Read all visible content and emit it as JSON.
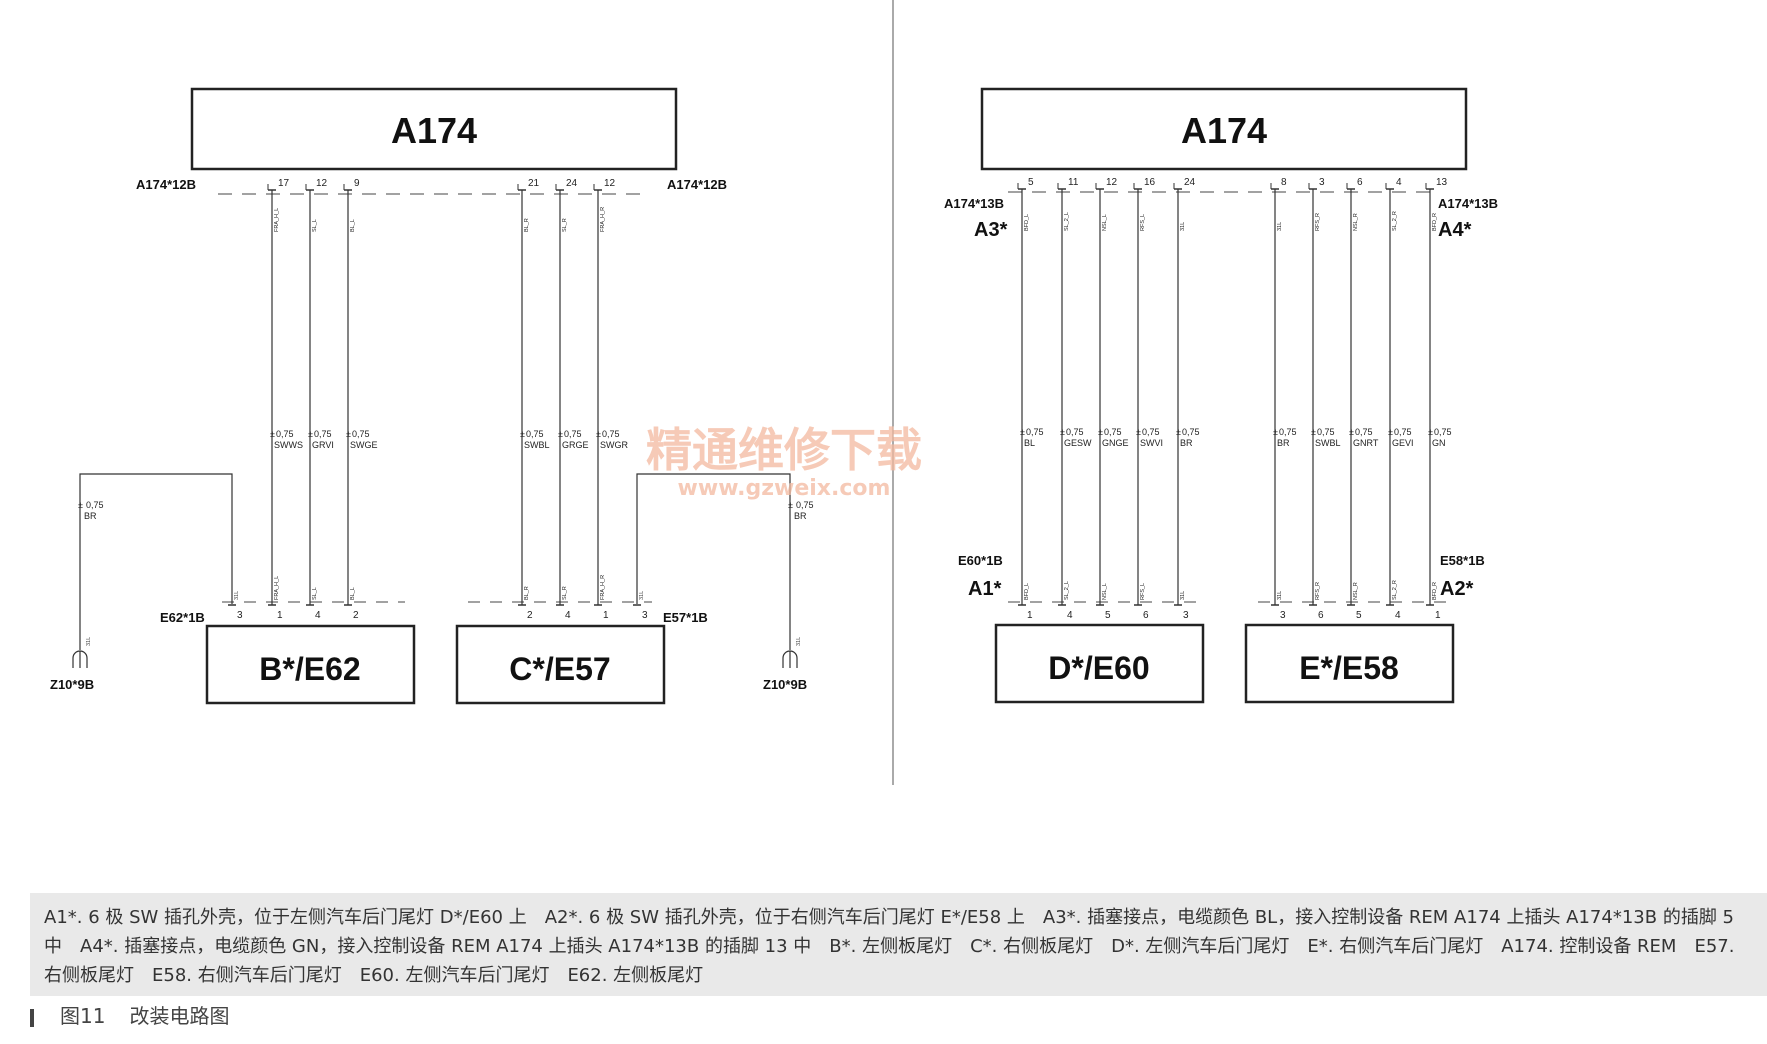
{
  "modules": [
    {
      "id": "a174_left",
      "label": "A174"
    },
    {
      "id": "a174_right",
      "label": "A174"
    },
    {
      "id": "e62",
      "label": "B*/E62"
    },
    {
      "id": "e57",
      "label": "C*/E57"
    },
    {
      "id": "e60",
      "label": "D*/E60"
    },
    {
      "id": "e58",
      "label": "E*/E58"
    }
  ],
  "connector_labels": [
    {
      "id": "a174_12b_l",
      "text": "A174*12B"
    },
    {
      "id": "a174_12b_r",
      "text": "A174*12B"
    },
    {
      "id": "a174_13b_l",
      "text": "A174*13B"
    },
    {
      "id": "a174_13b_r",
      "text": "A174*13B"
    },
    {
      "id": "a3",
      "text": "A3*"
    },
    {
      "id": "a4",
      "text": "A4*"
    },
    {
      "id": "e62_1b",
      "text": "E62*1B"
    },
    {
      "id": "e57_1b",
      "text": "E57*1B"
    },
    {
      "id": "e60_1b",
      "text": "E60*1B"
    },
    {
      "id": "e58_1b",
      "text": "E58*1B"
    },
    {
      "id": "a1",
      "text": "A1*"
    },
    {
      "id": "a2",
      "text": "A2*"
    },
    {
      "id": "z10_l",
      "text": "Z10*9B"
    },
    {
      "id": "z10_r",
      "text": "Z10*9B"
    }
  ],
  "wires": [
    {
      "top_pin": "17",
      "signal": "FRA_H_L",
      "size": "0,75",
      "color": "SWWS",
      "bottom_pin": "1",
      "bottom_signal": "FRA_H_L"
    },
    {
      "top_pin": "12",
      "signal": "SL_L",
      "size": "0,75",
      "color": "GRVI",
      "bottom_pin": "4",
      "bottom_signal": "SL_L"
    },
    {
      "top_pin": "9",
      "signal": "BL_L",
      "size": "0,75",
      "color": "SWGE",
      "bottom_pin": "2",
      "bottom_signal": "BL_L"
    },
    {
      "top_pin": "21",
      "signal": "BL_R",
      "size": "0,75",
      "color": "SWBL",
      "bottom_pin": "2",
      "bottom_signal": "BL_R"
    },
    {
      "top_pin": "24",
      "signal": "SL_R",
      "size": "0,75",
      "color": "GRGE",
      "bottom_pin": "4",
      "bottom_signal": "SL_R"
    },
    {
      "top_pin": "12",
      "signal": "FRA_H_R",
      "size": "0,75",
      "color": "SWGR",
      "bottom_pin": "1",
      "bottom_signal": "FRA_H_R"
    },
    {
      "top_pin": "5",
      "signal": "BFD_L",
      "size": "0,75",
      "color": "BL",
      "bottom_pin": "1",
      "bottom_signal": "BFD_L"
    },
    {
      "top_pin": "11",
      "signal": "SL_2_L",
      "size": "0,75",
      "color": "GESW",
      "bottom_pin": "4",
      "bottom_signal": "SL_2_L"
    },
    {
      "top_pin": "12",
      "signal": "NSL_L",
      "size": "0,75",
      "color": "GNGE",
      "bottom_pin": "5",
      "bottom_signal": "NSL_L"
    },
    {
      "top_pin": "16",
      "signal": "RFS_L",
      "size": "0,75",
      "color": "SWVI",
      "bottom_pin": "6",
      "bottom_signal": "RFS_L"
    },
    {
      "top_pin": "24",
      "signal": "31L",
      "size": "0,75",
      "color": "BR",
      "bottom_pin": "3",
      "bottom_signal": "31L"
    },
    {
      "top_pin": "8",
      "signal": "31L",
      "size": "0,75",
      "color": "BR",
      "bottom_pin": "3",
      "bottom_signal": "31L"
    },
    {
      "top_pin": "3",
      "signal": "RFS_R",
      "size": "0,75",
      "color": "SWBL",
      "bottom_pin": "6",
      "bottom_signal": "RFS_R"
    },
    {
      "top_pin": "6",
      "signal": "NSL_R",
      "size": "0,75",
      "color": "GNRT",
      "bottom_pin": "5",
      "bottom_signal": "NSL_R"
    },
    {
      "top_pin": "4",
      "signal": "SL_2_R",
      "size": "0,75",
      "color": "GEVI",
      "bottom_pin": "4",
      "bottom_signal": "SL_2_R"
    },
    {
      "top_pin": "13",
      "signal": "BFD_R",
      "size": "0,75",
      "color": "GN",
      "bottom_pin": "1",
      "bottom_signal": "BFD_R"
    }
  ],
  "ground_wires": [
    {
      "id": "gnd_left",
      "size": "0,75",
      "color": "BR",
      "signal": "31L",
      "bottom_pin": "3"
    },
    {
      "id": "gnd_right",
      "size": "0,75",
      "color": "BR",
      "signal": "31L",
      "bottom_pin": "3"
    }
  ],
  "watermark": {
    "title": "精通维修下载",
    "url": "www.gzweix.com",
    "color": "#f3b9a0"
  },
  "caption": "A1*. 6 极 SW 插孔外壳，位于左侧汽车后门尾灯 D*/E60 上　A2*. 6 极 SW 插孔外壳，位于右侧汽车后门尾灯 E*/E58 上　A3*. 插塞接点，电缆颜色 BL，接入控制设备 REM A174 上插头 A174*13B 的插脚 5 中　A4*. 插塞接点，电缆颜色 GN，接入控制设备 REM A174 上插头 A174*13B 的插脚 13 中　B*. 左侧板尾灯　C*. 右侧板尾灯　D*. 左侧汽车后门尾灯　E*. 右侧汽车后门尾灯　A174. 控制设备 REM　E57. 右侧板尾灯　E58. 右侧汽车后门尾灯　E60. 左侧汽车后门尾灯　E62. 左侧板尾灯",
  "figure": {
    "number": "图11",
    "title": "改装电路图"
  }
}
